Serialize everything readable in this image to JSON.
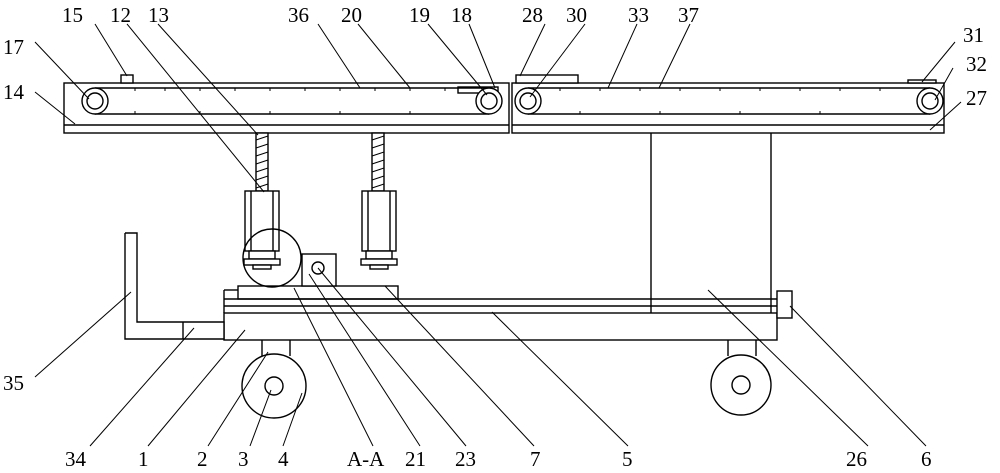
{
  "figure": {
    "labels": {
      "l15": "15",
      "l12": "12",
      "l13": "13",
      "l36": "36",
      "l20": "20",
      "l19": "19",
      "l18": "18",
      "l28": "28",
      "l30": "30",
      "l33": "33",
      "l37": "37",
      "l31": "31",
      "l17": "17",
      "l32": "32",
      "l14": "14",
      "l27": "27",
      "l35": "35",
      "l34": "34",
      "l1": "1",
      "l2": "2",
      "l3": "3",
      "l4": "4",
      "lAA": "A-A",
      "l21": "21",
      "l23": "23",
      "l7": "7",
      "l5": "5",
      "l26": "26",
      "l6": "6"
    }
  }
}
